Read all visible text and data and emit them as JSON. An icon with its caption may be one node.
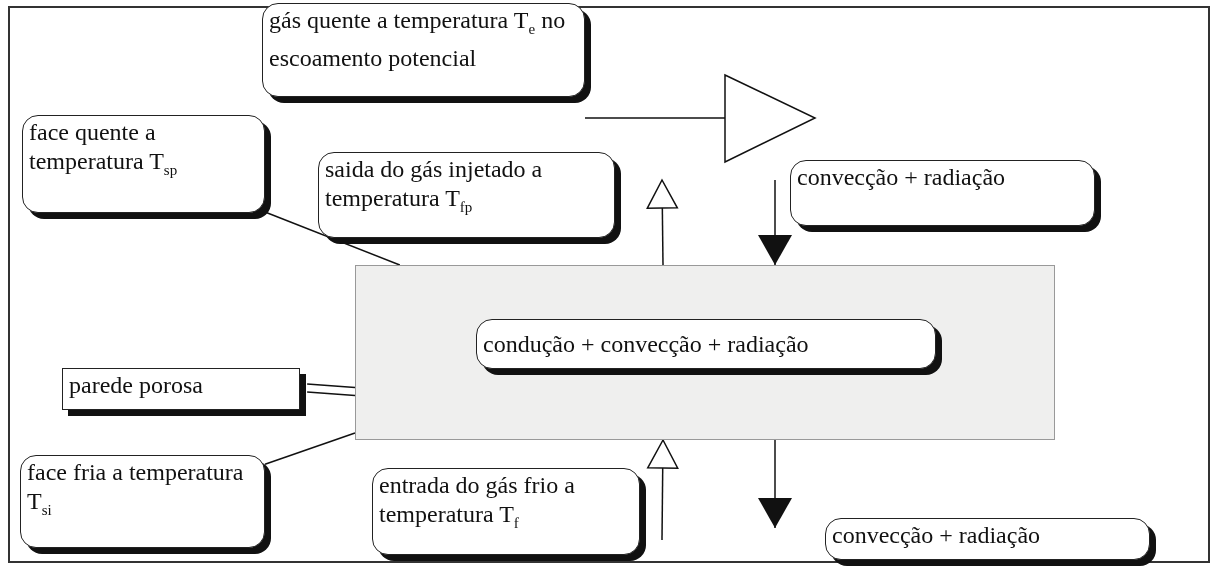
{
  "diagram": {
    "nodes": [
      {
        "text": [
          "gás quente a temperatura T$_{e}$ no escoamento potencial"
        ]
      },
      {
        "text": [
          "face quente a temperatura T$_{sp}$"
        ]
      },
      {
        "text": [
          "saida do gás injetado a temperatura T$_{fp}$"
        ]
      },
      {
        "text": [
          "convecção + radiação"
        ]
      },
      {
        "text": [],
        "shape": "box"
      },
      {
        "text": [
          "condução + convecção + radiação"
        ],
        "in": 4
      },
      {
        "text": [
          "parede porosa"
        ]
      },
      {
        "text": [
          "face fria a temperatura T$_{si}$"
        ]
      },
      {
        "text": [
          "entrada do gás frio a temperatura T$_{f}$"
        ]
      },
      {
        "text": [
          "convecção + radiação"
        ]
      }
    ],
    "edges": [
      {
        "from": null,
        "to": 4,
        "arrow": "to"
      },
      {
        "from": 4,
        "to": null,
        "arrow": "to"
      },
      {
        "from": null,
        "to": 4,
        "arrow": "to"
      },
      {
        "from": 4,
        "to": null,
        "arrow": "to"
      },
      {
        "from": 1,
        "to": 4,
        "arrow": "none"
      },
      {
        "from": 7,
        "to": 4,
        "arrow": "none"
      },
      {
        "from": 6,
        "to": 4,
        "arrow": "none"
      }
    ]
  }
}
